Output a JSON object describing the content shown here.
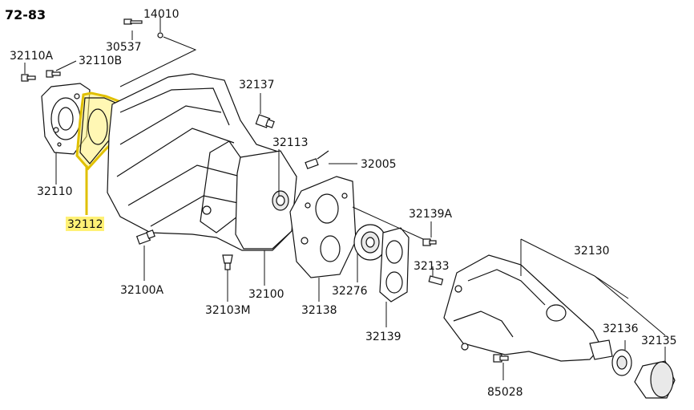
{
  "title": "72-83",
  "highlight_color": "#fff176",
  "highlight_stroke": "#e0c000",
  "labels": {
    "p14010": "14010",
    "p30537": "30537",
    "p32110A": "32110A",
    "p32110B": "32110B",
    "p32137": "32137",
    "p32113": "32113",
    "p32005": "32005",
    "p32110": "32110",
    "p32112": "32112",
    "p32139A": "32139A",
    "p32130": "32130",
    "p32133": "32133",
    "p32100A": "32100A",
    "p32276": "32276",
    "p32103M": "32103M",
    "p32100": "32100",
    "p32138": "32138",
    "p32139": "32139",
    "p32136": "32136",
    "p32135": "32135",
    "p85028": "85028"
  }
}
